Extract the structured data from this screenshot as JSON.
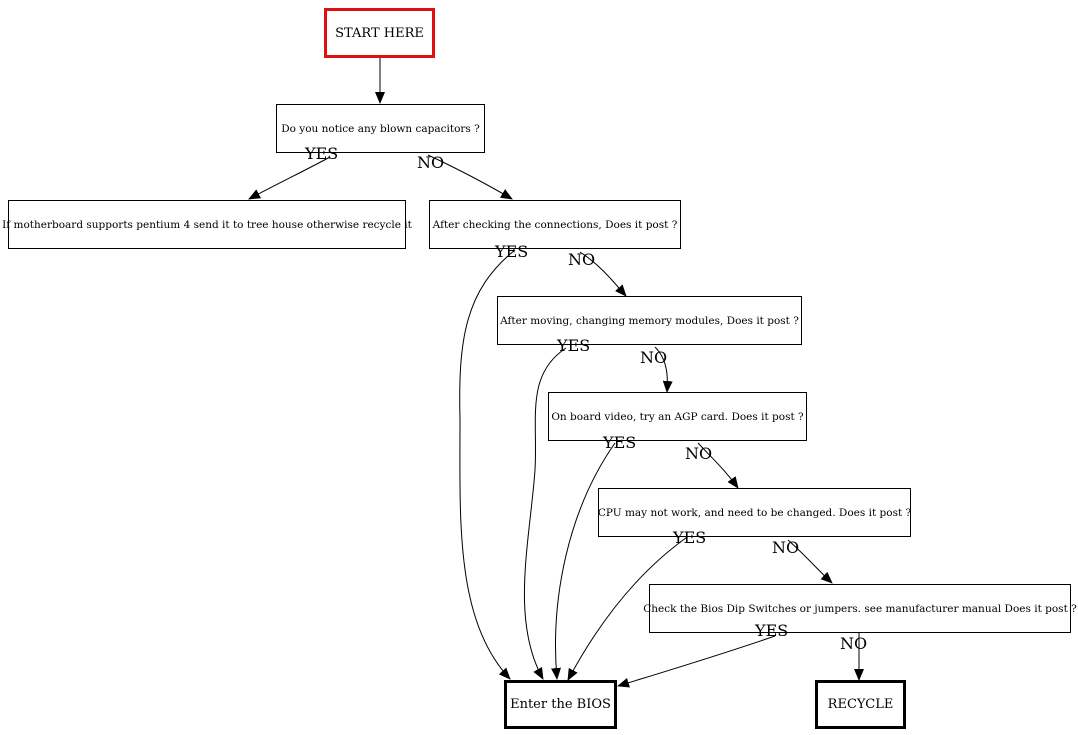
{
  "nodes": {
    "start": "START HERE",
    "q_capacitors": "Do you notice any blown capacitors ?",
    "pentium": "If motherboard supports pentium 4 send it to tree house otherwise recycle it",
    "q_connections": "After checking the connections, Does it post ?",
    "q_memory": "After moving, changing memory modules, Does it post ?",
    "q_video": "On board video, try an AGP card. Does it post ?",
    "q_cpu": "CPU may not work, and need to be changed. Does it post ?",
    "q_bios_switches": "Check the Bios Dip Switches or jumpers. see manufacturer manual Does it post ?",
    "bios": "Enter the BIOS",
    "recycle": "RECYCLE"
  },
  "edge_labels": {
    "capacitors_yes": "YES",
    "capacitors_no": "NO",
    "connections_yes": "YES",
    "connections_no": "NO",
    "memory_yes": "YES",
    "memory_no": "NO",
    "video_yes": "YES",
    "video_no": "NO",
    "cpu_yes": "YES",
    "cpu_no": "NO",
    "switches_yes": "YES",
    "switches_no": "NO"
  },
  "colors": {
    "start_border": "#e01010",
    "line": "#000000"
  }
}
